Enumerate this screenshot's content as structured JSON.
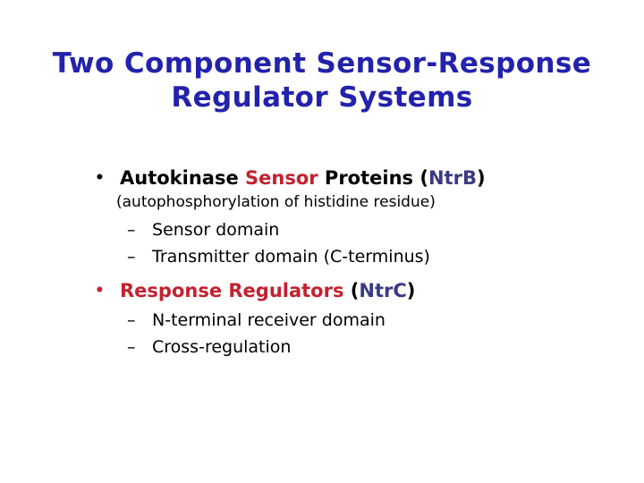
{
  "slide": {
    "background_color": "#ffffff",
    "title": {
      "line1": "Two Component Sensor-Response",
      "line2": "Regulator Systems",
      "color": "#2222ac"
    },
    "colors": {
      "title_blue": "#2222ac",
      "accent_red": "#c4212f",
      "gene_navy": "#3a3a84",
      "text_black": "#000000"
    },
    "bullets": [
      {
        "marker": "•",
        "marker_color": "#000000",
        "segments": [
          {
            "text": "Autokinase ",
            "color": "#000000"
          },
          {
            "text": "Sensor",
            "color": "#c4212f"
          },
          {
            "text": " Proteins ",
            "color": "#000000"
          },
          {
            "text": "(",
            "color": "#000000"
          },
          {
            "text": "NtrB",
            "color": "#3a3a84"
          },
          {
            "text": ")",
            "color": "#000000"
          }
        ],
        "note": "(autophosphorylation of histidine residue)",
        "subitems": [
          {
            "marker": "–",
            "text": "Sensor domain"
          },
          {
            "marker": "–",
            "text": "Transmitter domain (C-terminus)"
          }
        ]
      },
      {
        "marker": "•",
        "marker_color": "#c4212f",
        "segments": [
          {
            "text": "Response Regulators",
            "color": "#c4212f"
          },
          {
            "text": " (",
            "color": "#000000"
          },
          {
            "text": "NtrC",
            "color": "#3a3a84"
          },
          {
            "text": ")",
            "color": "#000000"
          }
        ],
        "note": null,
        "subitems": [
          {
            "marker": "–",
            "text": "N-terminal receiver domain"
          },
          {
            "marker": "–",
            "text": "Cross-regulation"
          }
        ]
      }
    ]
  }
}
